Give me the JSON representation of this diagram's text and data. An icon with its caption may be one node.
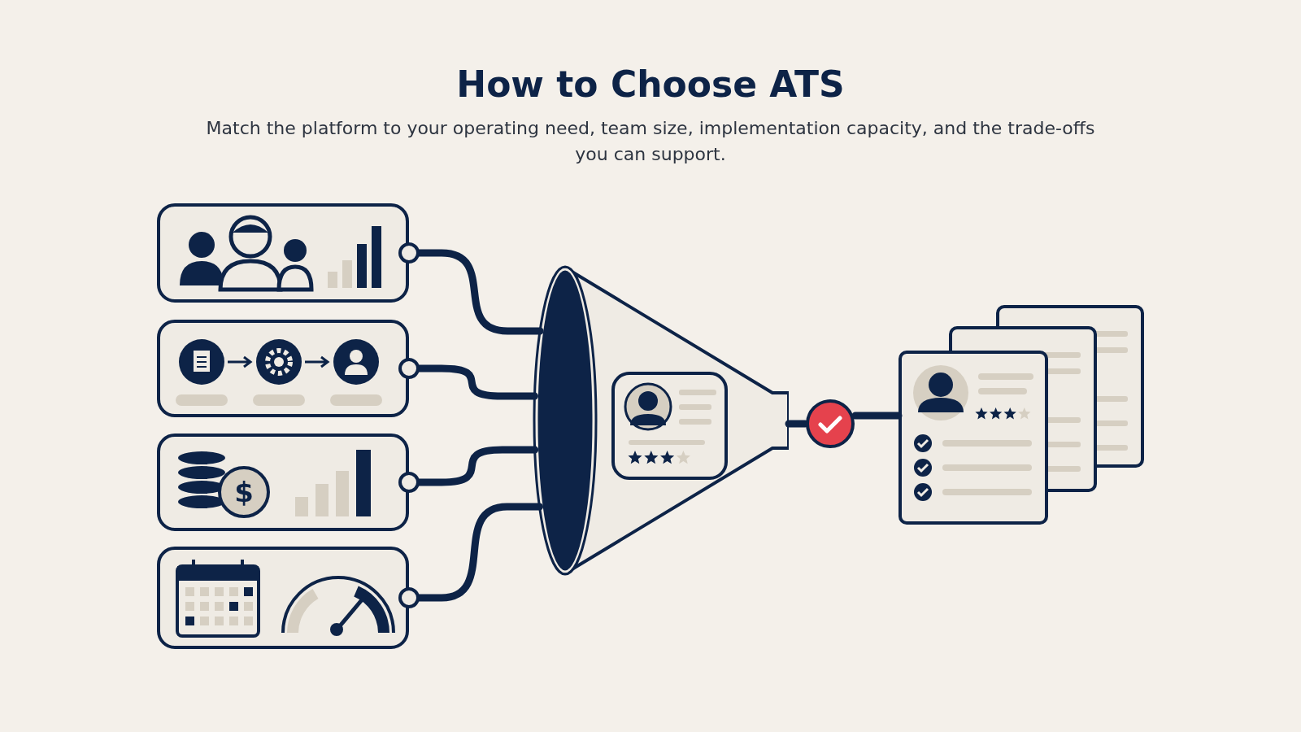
{
  "diagram": {
    "title": "How to Choose ATS",
    "caption": "Match the platform to your operating need, team size, implementation capacity, and the trade-offs you can support.",
    "nodes": [
      {
        "text": [],
        "shape": "picture"
      },
      {
        "text": [],
        "shape": "picture"
      },
      {
        "text": [],
        "shape": "picture"
      },
      {
        "text": [],
        "shape": "picture"
      },
      {
        "text": [],
        "shape": "picture"
      },
      {
        "text": [],
        "shape": "picture",
        "in": 4
      },
      {
        "text": [],
        "shape": "circle"
      },
      {
        "text": [],
        "shape": "picture"
      }
    ],
    "edges": [
      {
        "from": 0,
        "to": 4,
        "arrow": "other"
      },
      {
        "from": 1,
        "to": 4,
        "arrow": "other"
      },
      {
        "from": 2,
        "to": 4,
        "arrow": "other"
      },
      {
        "from": 3,
        "to": 4,
        "arrow": "other"
      },
      {
        "from": 4,
        "to": 6,
        "arrow": "none"
      },
      {
        "from": 6,
        "to": 7,
        "arrow": "none"
      }
    ],
    "labels": [
      "$"
    ]
  }
}
